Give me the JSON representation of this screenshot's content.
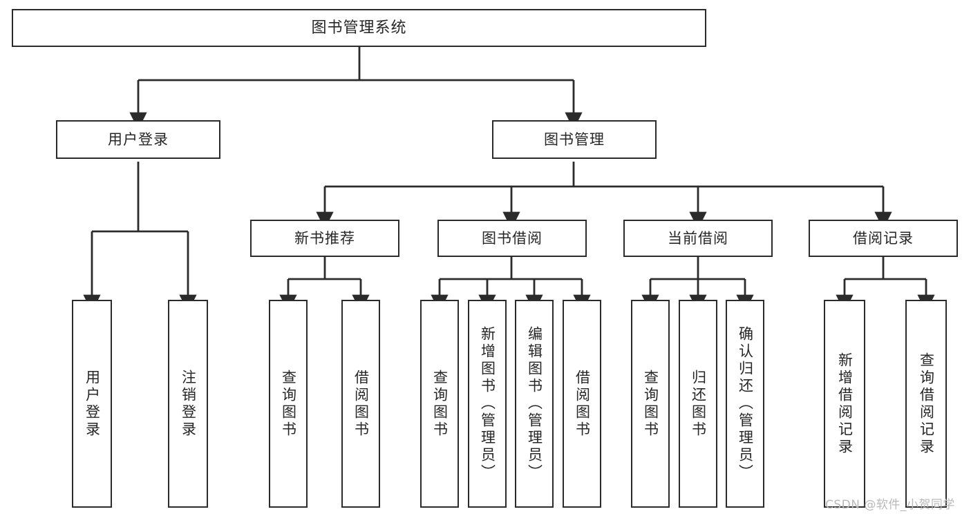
{
  "diagram": {
    "title": "图书管理系统",
    "type": "tree-hierarchy-chart",
    "colors": {
      "box_border": "#2b2b2b",
      "box_fill": "#ffffff",
      "text": "#262626",
      "connector": "#2b2b2b",
      "watermark": "#b9b9b9",
      "background": "#ffffff"
    },
    "root": {
      "label": "图书管理系统"
    },
    "level2": [
      {
        "id": "user-login",
        "label": "用户登录"
      },
      {
        "id": "book-management",
        "label": "图书管理"
      }
    ],
    "level3": [
      {
        "id": "new-book-recommend",
        "label": "新书推荐"
      },
      {
        "id": "book-borrow",
        "label": "图书借阅"
      },
      {
        "id": "current-borrow",
        "label": "当前借阅"
      },
      {
        "id": "borrow-record",
        "label": "借阅记录"
      }
    ],
    "leaves": {
      "user_login": [
        {
          "id": "leaf-user-login",
          "label": "用户登录"
        },
        {
          "id": "leaf-logout-login",
          "label": "注销登录"
        }
      ],
      "new_book_recommend": [
        {
          "id": "leaf-query-book-1",
          "label": "查询图书"
        },
        {
          "id": "leaf-borrow-book-1",
          "label": "借阅图书"
        }
      ],
      "book_borrow": [
        {
          "id": "leaf-query-book-2",
          "label": "查询图书"
        },
        {
          "id": "leaf-add-book",
          "label": "新增图书（管理员）"
        },
        {
          "id": "leaf-edit-book",
          "label": "编辑图书（管理员）"
        },
        {
          "id": "leaf-borrow-book-2",
          "label": "借阅图书"
        }
      ],
      "current_borrow": [
        {
          "id": "leaf-query-book-3",
          "label": "查询图书"
        },
        {
          "id": "leaf-return-book",
          "label": "归还图书"
        },
        {
          "id": "leaf-confirm-return",
          "label": "确认归还（管理员）"
        }
      ],
      "borrow_record": [
        {
          "id": "leaf-add-record",
          "label": "新增借阅记录"
        },
        {
          "id": "leaf-query-record",
          "label": "查询借阅记录"
        }
      ]
    },
    "watermark": "CSDN @软件_小贺同学"
  }
}
